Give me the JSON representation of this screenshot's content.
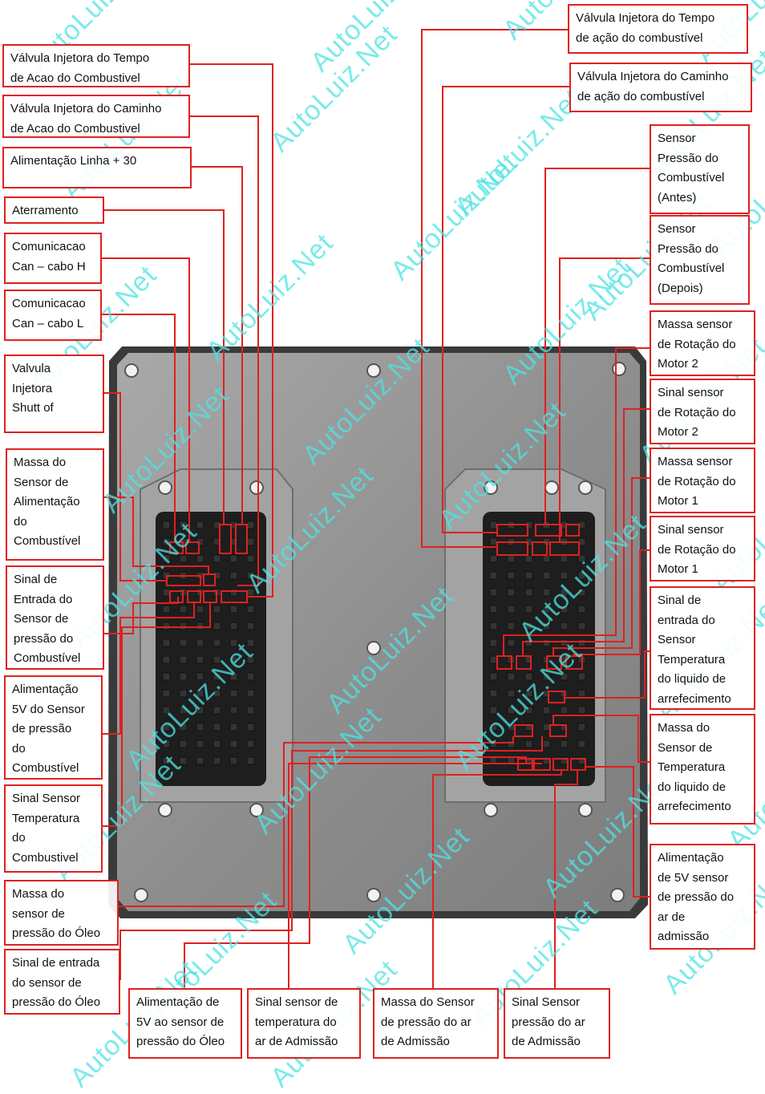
{
  "watermark": "AutoLuiz.Net",
  "colors": {
    "line": "#e02020",
    "watermark": "#4fe3e3",
    "ecu_body": "#8c8c8c",
    "connector": "#1e1e1e"
  },
  "labels": {
    "left_01": "Válvula Injetora do Tempo\nde Acao do Combustivel",
    "left_02": "Válvula Injetora do Caminho\nde Acao do Combustivel",
    "left_03": "Alimentação Linha + 30",
    "left_04": "Aterramento",
    "left_05": "Comunicacao\nCan – cabo H",
    "left_06": "Comunicacao\nCan – cabo L",
    "left_07": "Valvula\nInjetora\nShutt of",
    "left_08": "Massa do\nSensor de\nAlimentação\ndo\nCombustível",
    "left_09": "Sinal de\nEntrada do\nSensor de\npressão do\nCombustível",
    "left_10": "Alimentação\n5V do Sensor\nde pressão\ndo\nCombustível",
    "left_11": "Sinal Sensor\nTemperatura\ndo\nCombustivel",
    "left_12": "Massa do\nsensor de\npressão do Óleo",
    "left_13": "Sinal de entrada\ndo sensor de\npressão do Óleo",
    "right_01": "Válvula Injetora do Tempo\nde ação do combustível",
    "right_02": "Válvula Injetora do Caminho\nde ação do combustível",
    "right_03": "Sensor\nPressão do\nCombustível\n(Antes)",
    "right_04": "Sensor\nPressão do\nCombustível\n(Depois)",
    "right_05": "Massa sensor\nde Rotação do\nMotor 2",
    "right_06": "Sinal sensor\nde Rotação do\nMotor 2",
    "right_07": "Massa sensor\nde Rotação do\nMotor 1",
    "right_08": "Sinal sensor\nde Rotação do\nMotor 1",
    "right_09": "Sinal de\nentrada do\nSensor\nTemperatura\ndo liquido de\narrefecimento",
    "right_10": "Massa do\nSensor de\nTemperatura\ndo liquido de\narrefecimento",
    "right_11": "Alimentação\nde 5V sensor\nde pressão do\nar de\nadmissão",
    "bottom_01": "Alimentação de\n5V ao sensor de\npressão do Óleo",
    "bottom_02": "Sinal sensor de\ntemperatura do\nar de Admissão",
    "bottom_03": "Massa do Sensor\nde pressão do ar\nde Admissão",
    "bottom_04": "Sinal Sensor\npressão do ar\nde Admissão"
  }
}
